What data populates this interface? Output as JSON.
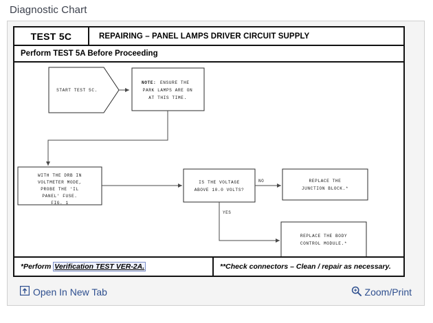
{
  "page": {
    "title": "Diagnostic Chart"
  },
  "chart": {
    "header": {
      "test_id": "TEST 5C",
      "title": "REPAIRING – PANEL LAMPS DRIVER CIRCUIT SUPPLY",
      "subheader": "Perform TEST 5A Before Proceeding"
    },
    "footer": {
      "left_prefix": "*Perform ",
      "left_link": "Verification TEST VER-2A.",
      "right": "**Check connectors – Clean / repair as necessary."
    }
  },
  "chart_data": {
    "type": "diagram",
    "title": "REPAIRING – PANEL LAMPS DRIVER CIRCUIT SUPPLY",
    "nodes": [
      {
        "id": "start",
        "shape": "arrow-pentagon",
        "lines": [
          "START TEST 5C."
        ]
      },
      {
        "id": "note",
        "shape": "rect",
        "lines": [
          "NOTE: ENSURE THE",
          "PARK LAMPS ARE ON",
          "AT THIS TIME."
        ],
        "bold_prefix": "NOTE:"
      },
      {
        "id": "probe",
        "shape": "rect",
        "lines": [
          "WITH THE DRB IN",
          "VOLTMETER MODE,",
          "PROBE THE 'IL",
          "PANEL' FUSE.",
          "FIG. 1"
        ]
      },
      {
        "id": "decision",
        "shape": "rect",
        "lines": [
          "IS THE VOLTAGE",
          "ABOVE 10.0 VOLTS?"
        ]
      },
      {
        "id": "junction",
        "shape": "rect",
        "lines": [
          "REPLACE THE",
          "JUNCTION BLOCK.*"
        ]
      },
      {
        "id": "bcm",
        "shape": "rect",
        "lines": [
          "REPLACE THE BODY",
          "CONTROL MODULE.*"
        ]
      }
    ],
    "edges": [
      {
        "from": "start",
        "to": "note",
        "label": ""
      },
      {
        "from": "note",
        "to": "probe",
        "label": ""
      },
      {
        "from": "probe",
        "to": "decision",
        "label": ""
      },
      {
        "from": "decision",
        "to": "junction",
        "label": "NO"
      },
      {
        "from": "decision",
        "to": "bcm",
        "label": "YES"
      }
    ]
  },
  "toolbar": {
    "open_new_tab": "Open In New Tab",
    "zoom_print": "Zoom/Print"
  },
  "colors": {
    "link": "#2e4f8f",
    "title": "#3a3f4b",
    "panel_bg": "#f4f4f4",
    "sheet_border": "#111111"
  }
}
